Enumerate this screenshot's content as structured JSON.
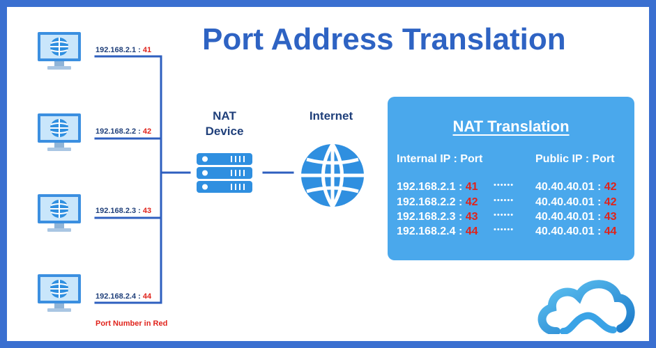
{
  "title": "Port Address Translation",
  "hosts": [
    {
      "ip": "192.168.2.1",
      "sep": " : ",
      "port": "41"
    },
    {
      "ip": "192.168.2.2",
      "sep": " : ",
      "port": "42"
    },
    {
      "ip": "192.168.2.3",
      "sep": " : ",
      "port": "43"
    },
    {
      "ip": "192.168.2.4",
      "sep": " : ",
      "port": "44"
    }
  ],
  "port_note": "Port Number in Red",
  "nat_device": {
    "line1": "NAT",
    "line2": "Device"
  },
  "internet_label": "Internet",
  "nat_table": {
    "title": "NAT Translation",
    "internal_header": "Internal IP : Port",
    "public_header": "Public IP : Port",
    "rows": [
      {
        "internal_ip": "192.168.2.1",
        "internal_port": "41",
        "public_ip": "40.40.40.01",
        "public_port": "42"
      },
      {
        "internal_ip": "192.168.2.2",
        "internal_port": "42",
        "public_ip": "40.40.40.01",
        "public_port": "42"
      },
      {
        "internal_ip": "192.168.2.3",
        "internal_port": "43",
        "public_ip": "40.40.40.01",
        "public_port": "43"
      },
      {
        "internal_ip": "192.168.2.4",
        "internal_port": "44",
        "public_ip": "40.40.40.01",
        "public_port": "44"
      }
    ],
    "dots": "••••••"
  },
  "colors": {
    "frame": "#3a6fd0",
    "title": "#2e63c3",
    "wire": "#2e5fbf",
    "port_red": "#e0231b",
    "panel": "#4aa8ec",
    "icon_blue": "#2f8fe0"
  },
  "icons": {
    "computer": "computer-globe-icon",
    "nat_device": "server-stack-icon",
    "internet": "globe-icon",
    "logo": "cloud-logo"
  }
}
